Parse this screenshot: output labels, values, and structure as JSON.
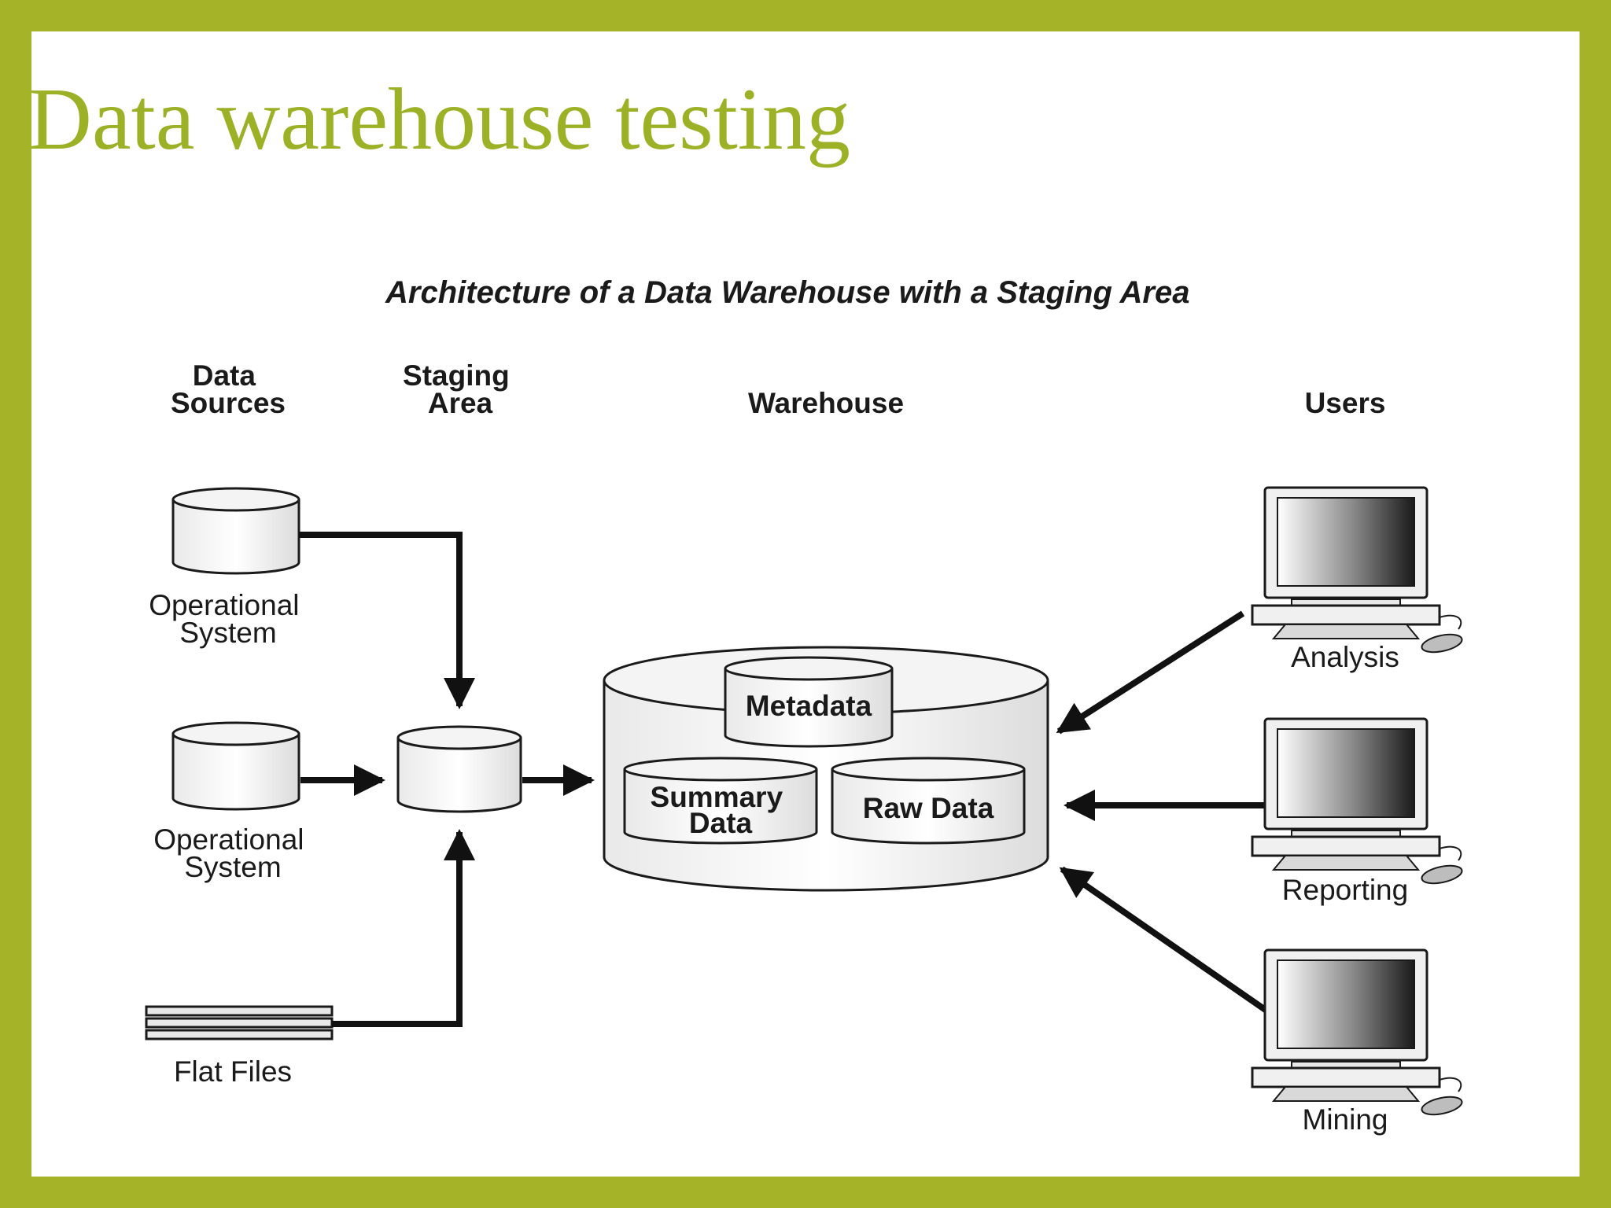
{
  "slide": {
    "title": "Data warehouse testing",
    "accent_color": "#a4b327"
  },
  "diagram": {
    "title": "Architecture of a Data Warehouse with a Staging Area",
    "columns": {
      "data_sources": [
        "Data",
        "Sources"
      ],
      "staging_area": [
        "Staging",
        "Area"
      ],
      "warehouse": "Warehouse",
      "users": "Users"
    },
    "sources": [
      {
        "label": [
          "Operational",
          "System"
        ],
        "icon": "database-icon"
      },
      {
        "label": [
          "Operational",
          "System"
        ],
        "icon": "database-icon"
      },
      {
        "label": [
          "Flat Files"
        ],
        "icon": "flat-files-icon"
      }
    ],
    "warehouse_parts": {
      "metadata": "Metadata",
      "summary": [
        "Summary",
        "Data"
      ],
      "raw": "Raw Data"
    },
    "users": [
      {
        "label": "Analysis",
        "icon": "computer-icon"
      },
      {
        "label": "Reporting",
        "icon": "computer-icon"
      },
      {
        "label": "Mining",
        "icon": "computer-icon"
      }
    ]
  }
}
